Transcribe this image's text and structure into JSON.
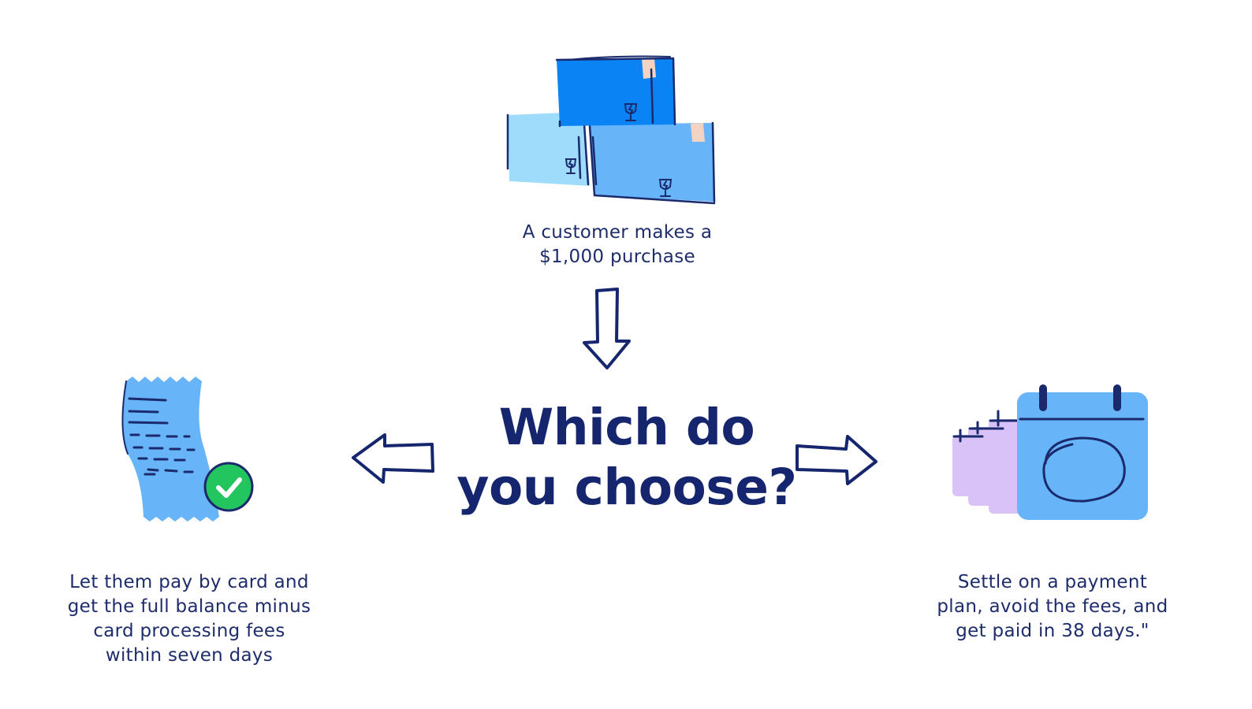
{
  "top": {
    "caption_lines": [
      "A customer makes a",
      "$1,000 purchase"
    ]
  },
  "center": {
    "title_lines": [
      "Which do",
      "you choose?"
    ]
  },
  "left": {
    "caption_lines": [
      "Let them pay by card and",
      "get the full balance minus",
      "card processing fees",
      "within seven days"
    ]
  },
  "right": {
    "caption_lines": [
      "Settle on a payment",
      "plan, avoid the fees, and",
      "get paid in 38 days.\""
    ]
  },
  "colors": {
    "navy": "#1a2a6c",
    "blue_dark": "#0a84f5",
    "blue_mid": "#68b4f8",
    "blue_light": "#9fdcfb",
    "lavender": "#d8c2f7",
    "green": "#22c55e",
    "tape": "#f3d3c2"
  },
  "icons": {
    "top": "stacked-boxes-icon",
    "left": "receipt-check-icon",
    "right": "calendar-stack-icon"
  }
}
